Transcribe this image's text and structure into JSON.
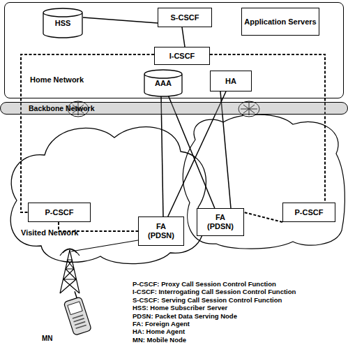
{
  "diagram": {
    "nodes": [
      {
        "text": [
          "Home Network"
        ]
      },
      {
        "text": [
          "HSS"
        ],
        "in": 0
      },
      {
        "text": [
          "S-CSCF"
        ],
        "in": 0
      },
      {
        "text": [
          "Application Servers"
        ],
        "in": 0
      },
      {
        "text": [
          "I-CSCF"
        ],
        "in": 0
      },
      {
        "text": [
          "AAA"
        ],
        "in": 0
      },
      {
        "text": [
          "HA"
        ],
        "in": 0
      },
      {
        "text": [
          "Backbone Network"
        ]
      },
      {
        "text": [
          "Visited Network"
        ]
      },
      {
        "text": [
          "P-CSCF"
        ],
        "in": 8
      },
      {
        "text": [
          "FA (PDSN)"
        ],
        "in": 8
      },
      {
        "text": [
          "P-CSCF"
        ]
      },
      {
        "text": [
          "FA (PDSN)"
        ]
      }
    ],
    "edges": [
      {
        "from": 1,
        "to": 2,
        "arrow": "none"
      },
      {
        "from": 2,
        "to": 4,
        "arrow": "none"
      },
      {
        "from": 4,
        "to": 9,
        "arrow": "none"
      },
      {
        "from": 4,
        "to": 11,
        "arrow": "none"
      },
      {
        "from": 9,
        "to": 10,
        "arrow": "none"
      },
      {
        "from": 11,
        "to": 12,
        "arrow": "none"
      },
      {
        "from": 5,
        "to": 10,
        "arrow": "none"
      },
      {
        "from": 5,
        "to": 12,
        "arrow": "none"
      },
      {
        "from": 6,
        "to": 10,
        "arrow": "none"
      },
      {
        "from": 6,
        "to": 12,
        "arrow": "none"
      }
    ],
    "labels": [
      "P-CSCF: Proxy Call Session Control Function",
      "I-CSCF: Interrogating Call Session Control Function",
      "S-CSCF: Serving Call Session Control Function",
      "HSS: Home Subscriber Server",
      "PDSN: Packet Data Serving Node",
      "FA: Foreign Agent",
      "HA: Home Agent",
      "MN: Mobile Node",
      "MN"
    ]
  }
}
